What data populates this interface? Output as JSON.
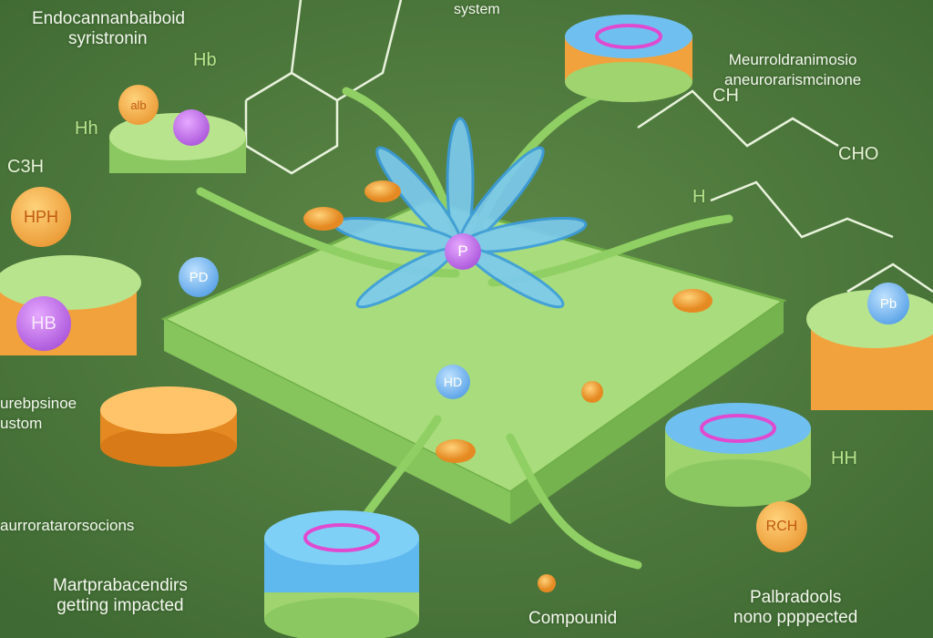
{
  "labels": {
    "top_left": [
      "Endocannanbaiboid",
      "syristronin"
    ],
    "top_center": "system",
    "top_right": [
      "Meurroldranimosio",
      "aneurorarismcinone"
    ],
    "left_middle": [
      "urebpsinoe",
      "ustom"
    ],
    "left_lower": "aurroratarorsocions",
    "bottom_left": [
      "Martprabacendirs",
      "getting impacted"
    ],
    "bottom_center": "Compounid",
    "bottom_right": [
      "Palbradools",
      "nono ppppected"
    ]
  },
  "chem_labels": {
    "cho": "CHO",
    "ch_right": "CH",
    "c3h": "C3H",
    "hh_left": "Hh",
    "hb_top": "Hb",
    "h_right": "H",
    "hh_bottom_right": "HH"
  },
  "atom_labels": {
    "hph": "HPH",
    "hb": "HB",
    "pd": "PD",
    "hd": "HD",
    "p": "P",
    "pb": "Pb",
    "rch": "RCH",
    "alb": "alb"
  },
  "colors": {
    "background": "#4f7a3f",
    "membrane_green": "#9fd46e",
    "orange": "#f2a23c",
    "purple": "#b05ad8",
    "blue": "#4aa3f0"
  }
}
